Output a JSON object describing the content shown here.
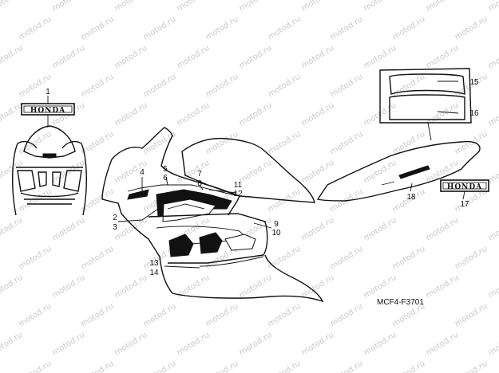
{
  "watermark": "motod.ru",
  "part_code": "MCF4-F3701",
  "callouts": [
    {
      "id": "1",
      "label": "1"
    },
    {
      "id": "2",
      "label": "2"
    },
    {
      "id": "3",
      "label": "3"
    },
    {
      "id": "4",
      "label": "4"
    },
    {
      "id": "5",
      "label": "5"
    },
    {
      "id": "6",
      "label": "6"
    },
    {
      "id": "7",
      "label": "7"
    },
    {
      "id": "8",
      "label": "8"
    },
    {
      "id": "9",
      "label": "9"
    },
    {
      "id": "10",
      "label": "10"
    },
    {
      "id": "11",
      "label": "11"
    },
    {
      "id": "12",
      "label": "12"
    },
    {
      "id": "13",
      "label": "13"
    },
    {
      "id": "14",
      "label": "14"
    },
    {
      "id": "15",
      "label": "15"
    },
    {
      "id": "16",
      "label": "16"
    },
    {
      "id": "17",
      "label": "17"
    },
    {
      "id": "18",
      "label": "18"
    }
  ],
  "emblems": {
    "front": "HONDA",
    "rear": "HONDA"
  },
  "colors": {
    "ink": "#111111",
    "watermark": "#c9c9c9"
  }
}
